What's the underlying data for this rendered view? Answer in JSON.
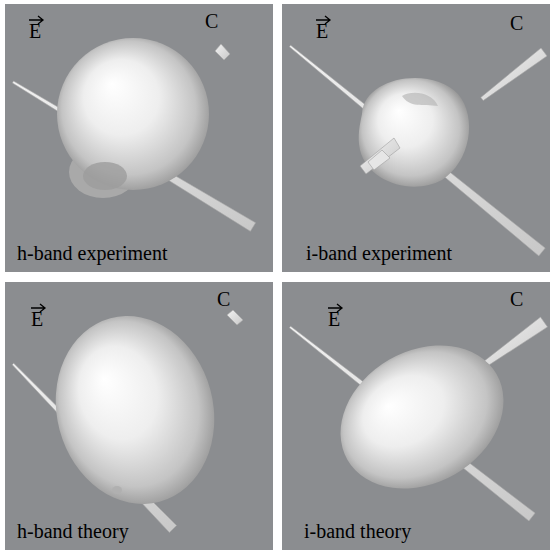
{
  "diagram": {
    "nodes": [
      {
        "text": [
          "E",
          "C",
          "h-band experiment"
        ]
      },
      {
        "text": [
          "E",
          "C",
          "i-band experiment"
        ]
      },
      {
        "text": [
          "E",
          "C",
          "h-band theory"
        ]
      },
      {
        "text": [
          "E",
          "C",
          "i-band theory"
        ]
      }
    ]
  }
}
